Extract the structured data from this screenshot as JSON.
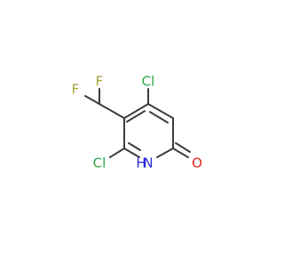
{
  "molecule": {
    "atoms": {
      "cl4": "Cl",
      "cl6": "Cl",
      "f_top": "F",
      "f_left": "F",
      "nh": "H",
      "n": "N",
      "o": "O"
    },
    "colors": {
      "bond": "#3c3c3c",
      "chlorine": "#2fa74a",
      "fluorine": "#a5a53a",
      "nitrogen": "#2b2bd9",
      "oxygen": "#e8261c"
    }
  }
}
